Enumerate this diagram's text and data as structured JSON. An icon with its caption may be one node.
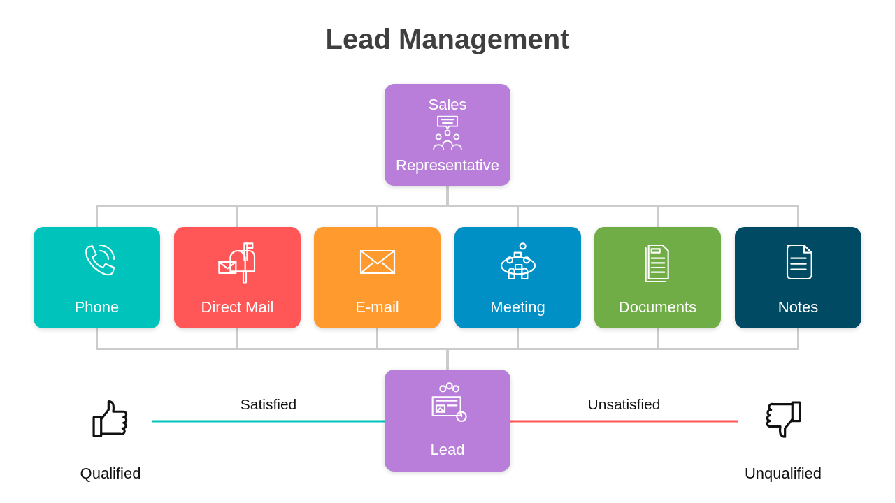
{
  "diagram": {
    "title": "Lead Management",
    "nodes": [
      {
        "text": [
          "Sales",
          "Representative"
        ]
      },
      {
        "text": [
          "Phone"
        ]
      },
      {
        "text": [
          "Direct Mail"
        ]
      },
      {
        "text": [
          "E-mail"
        ]
      },
      {
        "text": [
          "Meeting"
        ]
      },
      {
        "text": [
          "Documents"
        ]
      },
      {
        "text": [
          "Notes"
        ]
      },
      {
        "text": [
          "Lead"
        ]
      },
      {
        "text": [
          "Qualified"
        ]
      },
      {
        "text": [
          "Unqualified"
        ]
      }
    ],
    "edges": [
      {
        "from": 0,
        "to": 1,
        "arrow": "none"
      },
      {
        "from": 0,
        "to": 2,
        "arrow": "none"
      },
      {
        "from": 0,
        "to": 3,
        "arrow": "none"
      },
      {
        "from": 0,
        "to": 4,
        "arrow": "none"
      },
      {
        "from": 0,
        "to": 5,
        "arrow": "none"
      },
      {
        "from": 0,
        "to": 6,
        "arrow": "none"
      },
      {
        "from": 1,
        "to": 7,
        "arrow": "none"
      },
      {
        "from": 2,
        "to": 7,
        "arrow": "none"
      },
      {
        "from": 3,
        "to": 7,
        "arrow": "none"
      },
      {
        "from": 4,
        "to": 7,
        "arrow": "none"
      },
      {
        "from": 5,
        "to": 7,
        "arrow": "none"
      },
      {
        "from": 6,
        "to": 7,
        "arrow": "none"
      },
      {
        "from": 7,
        "to": 8,
        "arrow": "none",
        "label": "Satisfied",
        "color": "#00c4bc"
      },
      {
        "from": 7,
        "to": 9,
        "arrow": "none",
        "label": "Unsatisfied",
        "color": "#ff5757"
      }
    ]
  }
}
